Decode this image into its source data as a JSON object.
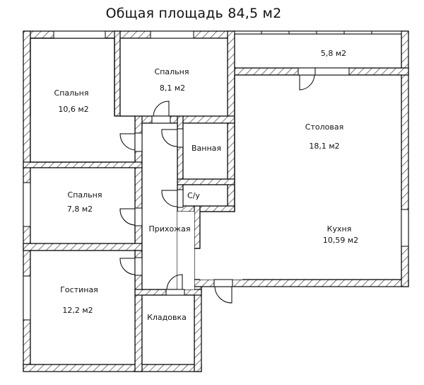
{
  "title": "Общая площадь 84,5 м2",
  "colors": {
    "wall_line": "#000000",
    "hatch": "#333333",
    "background": "#ffffff"
  },
  "rooms": [
    {
      "id": "bedroom-1",
      "name": "Спальня",
      "area": "10,6 м2"
    },
    {
      "id": "bedroom-2",
      "name": "Спальня",
      "area": "8,1 м2"
    },
    {
      "id": "balcony",
      "name": "",
      "area": "5,8 м2"
    },
    {
      "id": "dining",
      "name": "Столовая",
      "area": "18,1 м2"
    },
    {
      "id": "bathroom",
      "name": "Ванная",
      "area": ""
    },
    {
      "id": "toilet",
      "name": "С/у",
      "area": ""
    },
    {
      "id": "bedroom-3",
      "name": "Спальня",
      "area": "7,8 м2"
    },
    {
      "id": "hallway",
      "name": "Прихожая",
      "area": ""
    },
    {
      "id": "kitchen",
      "name": "Кухня",
      "area": "10,59 м2"
    },
    {
      "id": "living-room",
      "name": "Гостиная",
      "area": "12,2 м2"
    },
    {
      "id": "storage",
      "name": "Кладовка",
      "area": ""
    }
  ]
}
